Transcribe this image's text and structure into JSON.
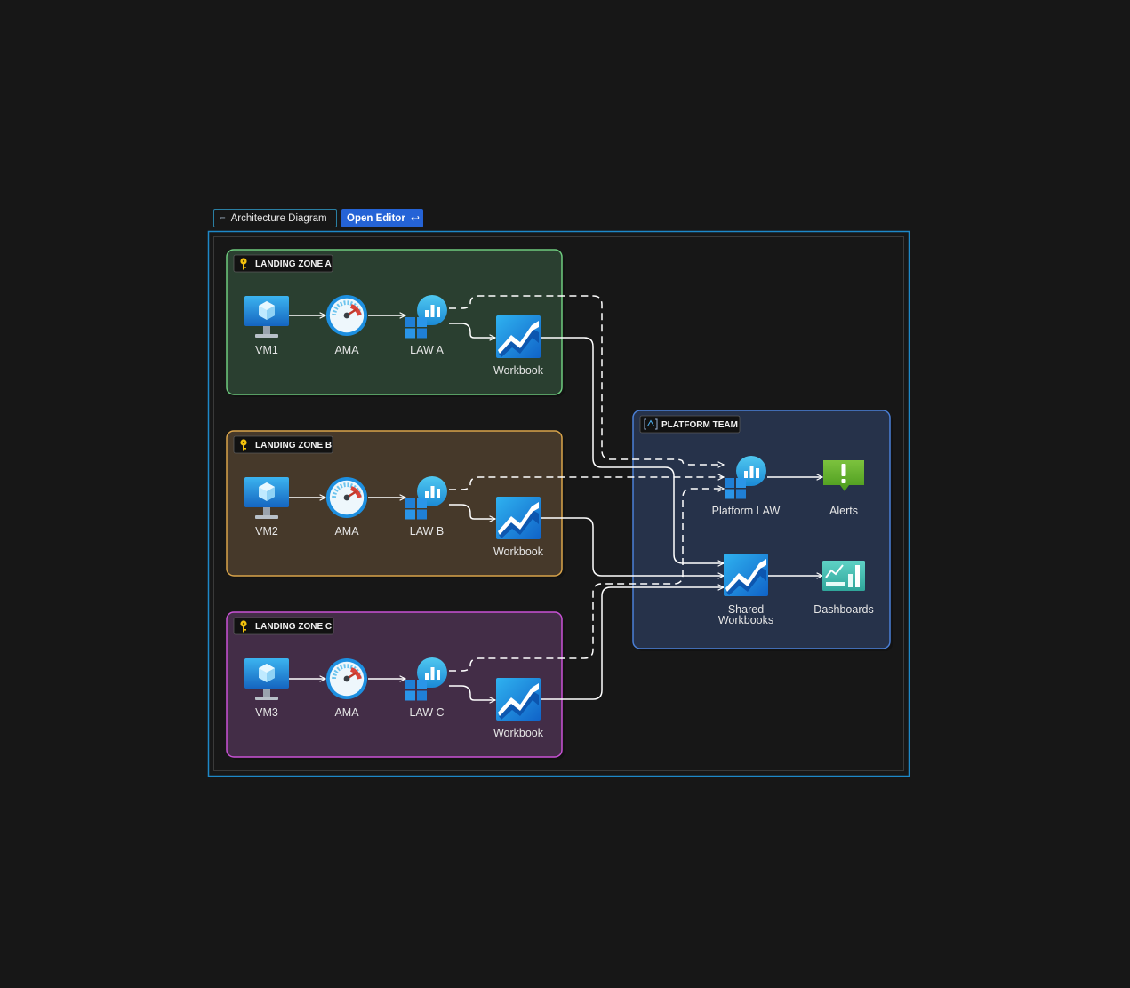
{
  "header": {
    "title_tab": "Architecture Diagram",
    "open_editor": "Open Editor"
  },
  "zones": {
    "a": {
      "label": "LANDING ZONE A",
      "vm": "VM1",
      "ama": "AMA",
      "law": "LAW A",
      "workbook": "Workbook",
      "fill": "#2a3f30",
      "stroke": "#6ecb7e"
    },
    "b": {
      "label": "LANDING ZONE B",
      "vm": "VM2",
      "ama": "AMA",
      "law": "LAW B",
      "workbook": "Workbook",
      "fill": "#46392a",
      "stroke": "#d9a44a"
    },
    "c": {
      "label": "LANDING ZONE C",
      "vm": "VM3",
      "ama": "AMA",
      "law": "LAW C",
      "workbook": "Workbook",
      "fill": "#432d47",
      "stroke": "#c952d6"
    }
  },
  "platform": {
    "label": "PLATFORM TEAM",
    "law": "Platform LAW",
    "alerts": "Alerts",
    "shared_line1": "Shared",
    "shared_line2": "Workbooks",
    "dashboards": "Dashboards",
    "fill": "#26324a",
    "stroke": "#4a7fd6"
  },
  "colors": {
    "frame": "#1e88c8",
    "background": "#171717",
    "connector": "#ffffff",
    "azure_blue": "#1d8fe0"
  },
  "icons": [
    "vm-icon",
    "ama-gauge-icon",
    "log-analytics-icon",
    "workbook-icon",
    "alert-icon",
    "dashboard-icon",
    "key-icon",
    "management-group-icon"
  ]
}
